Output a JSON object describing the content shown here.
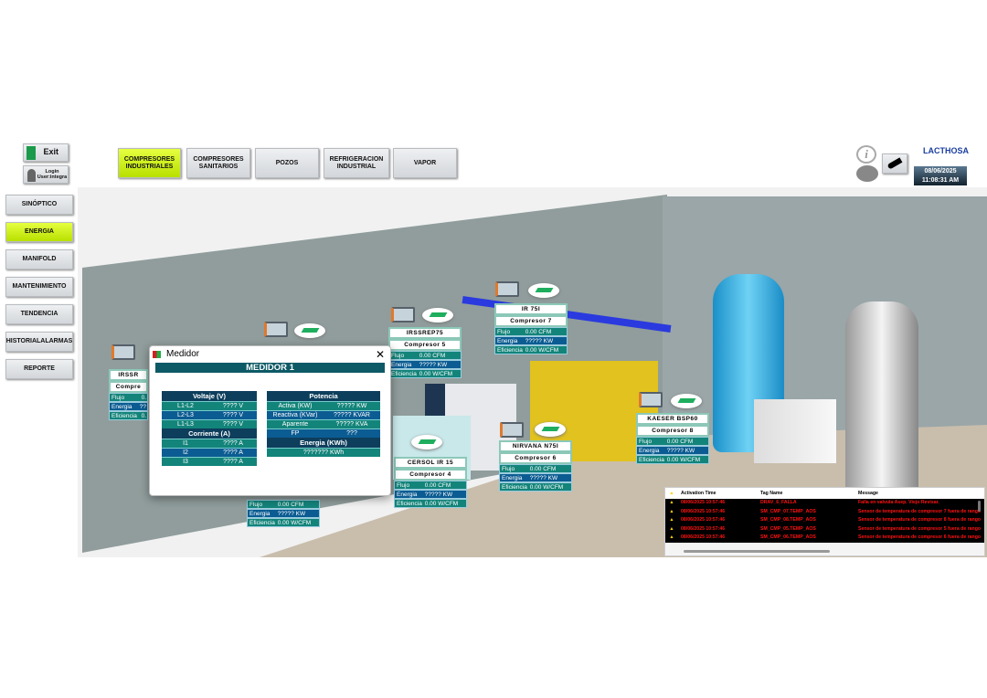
{
  "header": {
    "exit": "Exit",
    "login": "Login",
    "user": "User:integra",
    "logo": "LACTHOSA",
    "date": "08/06/2025",
    "time": "11:08:31 AM"
  },
  "top_tabs": [
    "COMPRESORES INDUSTRIALES",
    "COMPRESORES SANITARIOS",
    "POZOS",
    "REFRIGERACION INDUSTRIAL",
    "VAPOR"
  ],
  "side_menu": [
    "SINÓPTICO",
    "ENERGIA",
    "MANIFOLD",
    "MANTENIMIENTO",
    "TENDENCIA",
    "HISTORIALALARMAS",
    "REPORTE"
  ],
  "labels": {
    "flujo": "Flujo",
    "energia": "Energia",
    "eficiencia": "Eficiencia"
  },
  "compressors": [
    {
      "name": "IRSSR",
      "unit": "Compre",
      "flujo": "0.",
      "energia": "??",
      "eficiencia": "0."
    },
    {
      "name": "",
      "unit": "",
      "flujo": "0.00 CFM",
      "energia": "????? KW",
      "eficiencia": "0.00 W/CFM"
    },
    {
      "name": "IRSSREP75",
      "unit": "Compresor 5",
      "flujo": "0.00 CFM",
      "energia": "????? KW",
      "eficiencia": "0.00 W/CFM"
    },
    {
      "name": "IR 75I",
      "unit": "Compresor 7",
      "flujo": "0.00 CFM",
      "energia": "????? KW",
      "eficiencia": "0.00 W/CFM"
    },
    {
      "name": "CERSOL IR 15",
      "unit": "Compresor 4",
      "flujo": "0.00 CFM",
      "energia": "????? KW",
      "eficiencia": "0.00 W/CFM"
    },
    {
      "name": "NIRVANA N75I",
      "unit": "Compresor 6",
      "flujo": "0.00 CFM",
      "energia": "????? KW",
      "eficiencia": "0.00 W/CFM"
    },
    {
      "name": "KAESER BSP60",
      "unit": "Compresor 8",
      "flujo": "0.00 CFM",
      "energia": "????? KW",
      "eficiencia": "0.00 W/CFM"
    }
  ],
  "modal": {
    "title": "Medidor",
    "heading": "MEDIDOR 1",
    "voltaje": {
      "title": "Voltaje (V)",
      "rows": [
        [
          "L1-L2",
          "???? V"
        ],
        [
          "L2-L3",
          "???? V"
        ],
        [
          "L1-L3",
          "???? V"
        ]
      ]
    },
    "corriente": {
      "title": "Corriente (A)",
      "rows": [
        [
          "I1",
          "???? A"
        ],
        [
          "I2",
          "???? A"
        ],
        [
          "I3",
          "???? A"
        ]
      ]
    },
    "potencia": {
      "title": "Potencia",
      "rows": [
        [
          "Activa (KW)",
          "????? KW"
        ],
        [
          "Reactiva (KVar)",
          "????? KVAR"
        ],
        [
          "Aparente",
          "????? KVA"
        ],
        [
          "FP",
          "???"
        ]
      ]
    },
    "energia": {
      "title": "Energia (KWh)",
      "value": "??????? KWh"
    }
  },
  "alarms": {
    "columns": [
      "Activation Time",
      "Tag Name",
      "Message"
    ],
    "rows": [
      [
        "08/06/2025 10:57:46",
        "DRAV_6_FALLA",
        "Falla en valvula Asep. Viejo Revisar."
      ],
      [
        "08/06/2025 10:57:46",
        "SM_CMP_07.TEMP_AOS",
        "Sensor de temperatura de compresor 7 fuera de rango"
      ],
      [
        "08/06/2025 10:57:46",
        "SM_CMP_08.TEMP_AOS",
        "Sensor de temperatura de compresor 8 fuera de rango"
      ],
      [
        "08/06/2025 10:57:46",
        "SM_CMP_05.TEMP_AOS",
        "Sensor de temperatura de compresor 5 fuera de rango"
      ],
      [
        "08/06/2025 10:57:46",
        "SM_CMP_06.TEMP_AOS",
        "Sensor de temperatura de compresor 6 fuera de rango"
      ]
    ]
  }
}
